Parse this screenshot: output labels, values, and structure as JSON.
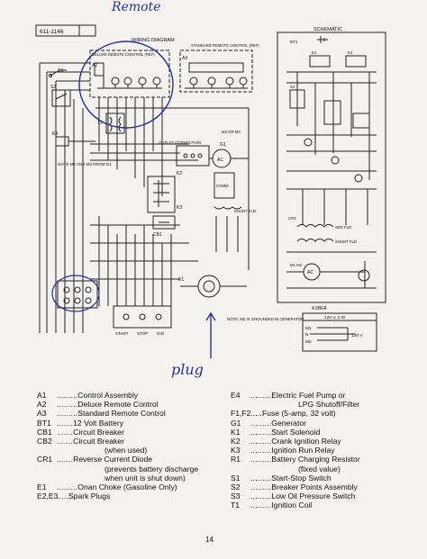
{
  "header": {
    "doc_code": "611-1146",
    "handwritten_top": "Remote",
    "handwritten_bottom": "plug"
  },
  "wiring": {
    "title": "WIRING DIAGRAM",
    "deluxe_label": "DELUXE REMOTE CONTROL (REF)",
    "standard_label": "STANDARD REMOTE CONTROL (REF)",
    "a2": "A2",
    "a3": "A3",
    "s3": "S3",
    "s2": "S2",
    "e4": "E4",
    "note": "NOTE M2 AND M3 FROM G1",
    "outlet": "OUTLET CONNECTION",
    "k2": "K2",
    "k3": "K3",
    "t1": "T1",
    "g1": "G1",
    "ac": "AC",
    "cb1": "CB1",
    "comm": "COMM",
    "shunt_fld": "SHUNT FLD",
    "start": "START",
    "stop": "STOP",
    "ign": "IGN",
    "e1": "E1",
    "m2m3": "M2 OR M3",
    "bottom_note": "NOTE: M2 IS GROUNDED IN GENERATOR"
  },
  "schematic": {
    "title": "SCHEMATIC",
    "bt1": "BT1",
    "e1": "E1",
    "k1": "K1",
    "s1": "S1",
    "cr1": "CR1",
    "series_fld": "SER FLD",
    "shunt_fld": "SHUNT FLD",
    "ac": "AC",
    "m1m2": "M1 M2",
    "code": "4.0BFA",
    "box_title": "120 V, 2 W",
    "m1": "M1",
    "n": "N",
    "m2": "M2",
    "v120": "120 V"
  },
  "legend_left": [
    {
      "code": "A1",
      "dots": ".........",
      "desc": "Control Assembly"
    },
    {
      "code": "A2",
      "dots": ".........",
      "desc": "Deluxe Remote Control"
    },
    {
      "code": "A3",
      "dots": ".........",
      "desc": "Standard Remote Control"
    },
    {
      "code": "BT1",
      "dots": ".......",
      "desc": "12 Volt Battery"
    },
    {
      "code": "CB1",
      "dots": ".......",
      "desc": "Circuit Breaker"
    },
    {
      "code": "CB2",
      "dots": ".......",
      "desc": "Circuit Breaker"
    },
    {
      "code": "",
      "dots": "",
      "desc": "(when used)"
    },
    {
      "code": "CR1",
      "dots": ".......",
      "desc": "Reverse Current Diode"
    },
    {
      "code": "",
      "dots": "",
      "desc": "(prevents battery discharge"
    },
    {
      "code": "",
      "dots": "",
      "desc": "when unit is shut down)"
    },
    {
      "code": "E1",
      "dots": ".........",
      "desc": "Onan Choke (Gasoline Only)"
    },
    {
      "code": "E2,E3",
      "dots": ".....",
      "desc": "Spark Plugs"
    }
  ],
  "legend_right": [
    {
      "code": "E4",
      "dots": ".........",
      "desc": "Electric Fuel Pump or"
    },
    {
      "code": "",
      "dots": "",
      "desc": "LPG Shutoff/Filter"
    },
    {
      "code": "F1,F2",
      "dots": ".....",
      "desc": "Fuse (5-amp, 32 volt)"
    },
    {
      "code": "G1",
      "dots": ".........",
      "desc": "Generator"
    },
    {
      "code": "K1",
      "dots": ".........",
      "desc": "Start Solenoid"
    },
    {
      "code": "K2",
      "dots": ".........",
      "desc": "Crank Ignition Relay"
    },
    {
      "code": "K3",
      "dots": ".........",
      "desc": "Ignition Run Relay"
    },
    {
      "code": "R1",
      "dots": ".........",
      "desc": "Battery Charging Resistor"
    },
    {
      "code": "",
      "dots": "",
      "desc": "(fixed value)"
    },
    {
      "code": "S1",
      "dots": ".........",
      "desc": "Start-Stop Switch"
    },
    {
      "code": "S2",
      "dots": ".........",
      "desc": "Breaker Points Assembly"
    },
    {
      "code": "S3",
      "dots": ".........",
      "desc": "Low Oil Pressure Switch"
    },
    {
      "code": "T1",
      "dots": ".........",
      "desc": "Ignition Coil"
    }
  ],
  "page_number": "14"
}
